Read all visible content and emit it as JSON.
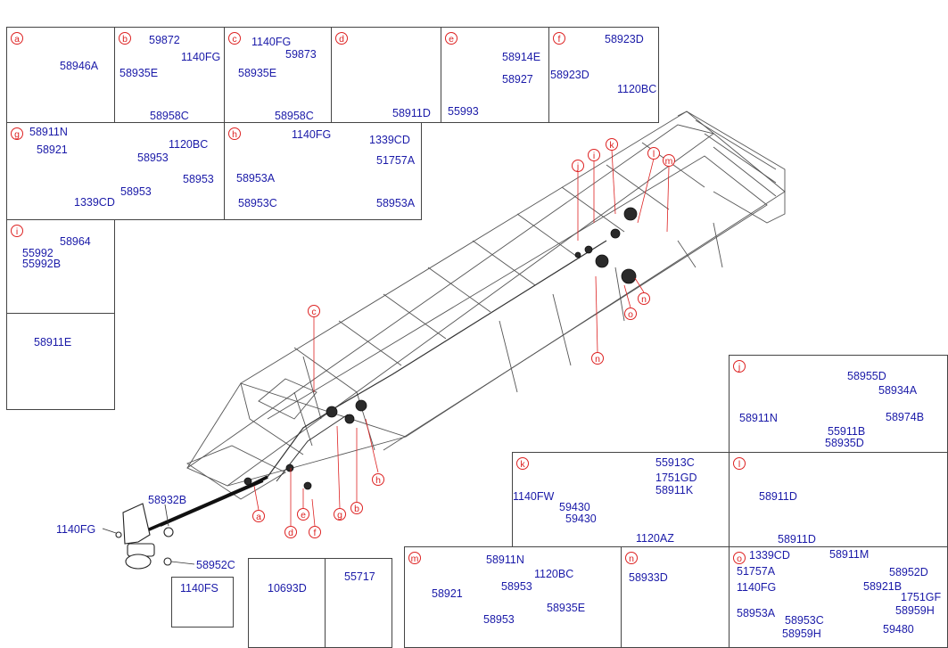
{
  "boxes": {
    "a": {
      "letter": "a",
      "parts": [
        "58946A"
      ]
    },
    "b": {
      "letter": "b",
      "parts": [
        "59872",
        "58935E",
        "1140FG",
        "58958C"
      ]
    },
    "c": {
      "letter": "c",
      "parts": [
        "1140FG",
        "59873",
        "58935E",
        "58958C"
      ]
    },
    "d": {
      "letter": "d",
      "parts": [
        "58911D"
      ]
    },
    "e": {
      "letter": "e",
      "parts": [
        "58914E",
        "58927",
        "55993"
      ]
    },
    "f": {
      "letter": "f",
      "parts": [
        "58923D",
        "58923D",
        "1120BC"
      ]
    },
    "g": {
      "letter": "g",
      "parts": [
        "58911N",
        "1120BC",
        "58921",
        "58953",
        "58953",
        "58953",
        "1339CD"
      ]
    },
    "h": {
      "letter": "h",
      "parts": [
        "1140FG",
        "1339CD",
        "51757A",
        "58953A",
        "58953C",
        "58953A"
      ]
    },
    "i": {
      "letter": "i",
      "parts": [
        "58964",
        "55992",
        "55992B"
      ]
    },
    "e2": {
      "parts": [
        "58911E"
      ]
    },
    "j": {
      "letter": "j",
      "parts": [
        "58955D",
        "58934A",
        "58911N",
        "58974B",
        "55911B",
        "58935D"
      ]
    },
    "k": {
      "letter": "k",
      "parts": [
        "55913C",
        "1751GD",
        "58911K",
        "1140FW",
        "59430",
        "59430",
        "1120AZ"
      ]
    },
    "l": {
      "letter": "l",
      "parts": [
        "58911D",
        "58911D"
      ]
    },
    "m": {
      "letter": "m",
      "parts": [
        "58911N",
        "1120BC",
        "58921",
        "58953",
        "58953",
        "58935E"
      ]
    },
    "n": {
      "letter": "n",
      "parts": [
        "58933D"
      ]
    },
    "o": {
      "letter": "o",
      "parts": [
        "1339CD",
        "58911M",
        "51757A",
        "58952D",
        "1140FG",
        "58921B",
        "1751GF",
        "58953A",
        "58953C",
        "58959H",
        "58959H",
        "59480"
      ]
    },
    "fs": {
      "parts": [
        "1140FS"
      ]
    },
    "hose": {
      "parts": [
        "10693D"
      ]
    },
    "plug": {
      "parts": [
        "55717"
      ]
    }
  },
  "main": {
    "parts": [
      "58932B",
      "1140FG",
      "58952C"
    ],
    "callouts": [
      "c",
      "j",
      "i",
      "k",
      "l",
      "m",
      "n",
      "o",
      "n",
      "a",
      "d",
      "e",
      "f",
      "g",
      "b",
      "h"
    ]
  }
}
